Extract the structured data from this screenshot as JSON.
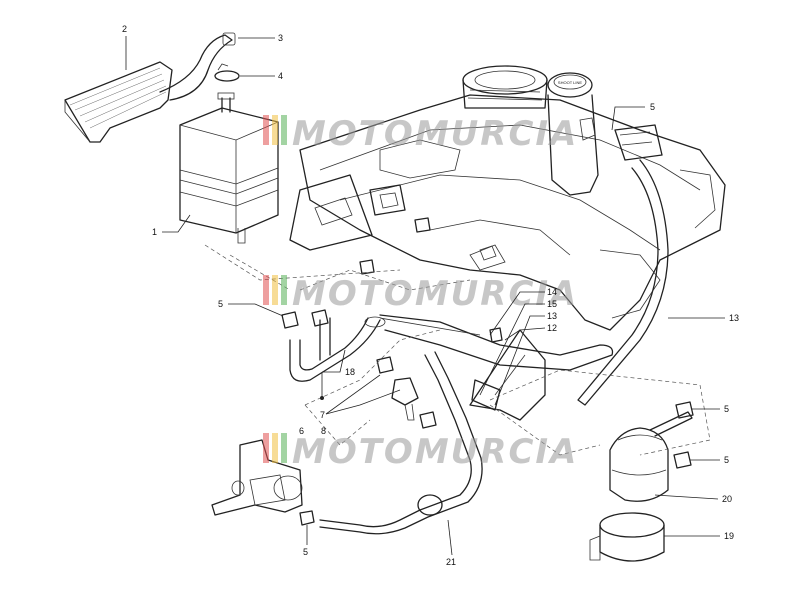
{
  "diagram": {
    "watermark": {
      "text": "MOTOMURCIA",
      "stripe_colors": [
        "#e05050",
        "#f0c040",
        "#58b058"
      ]
    },
    "cap_label": "SHOOT LINE",
    "callouts": {
      "c1": "1",
      "c2": "2",
      "c3": "3",
      "c4": "4",
      "c5a": "5",
      "c5b": "5",
      "c5c": "5",
      "c5d": "5",
      "c5e": "5",
      "c6": "6",
      "c7": "7",
      "c8": "8",
      "c12": "12",
      "c13a": "13",
      "c13b": "13",
      "c14": "14",
      "c15": "15",
      "c18": "18",
      "c19": "19",
      "c20": "20",
      "c21": "21"
    }
  }
}
